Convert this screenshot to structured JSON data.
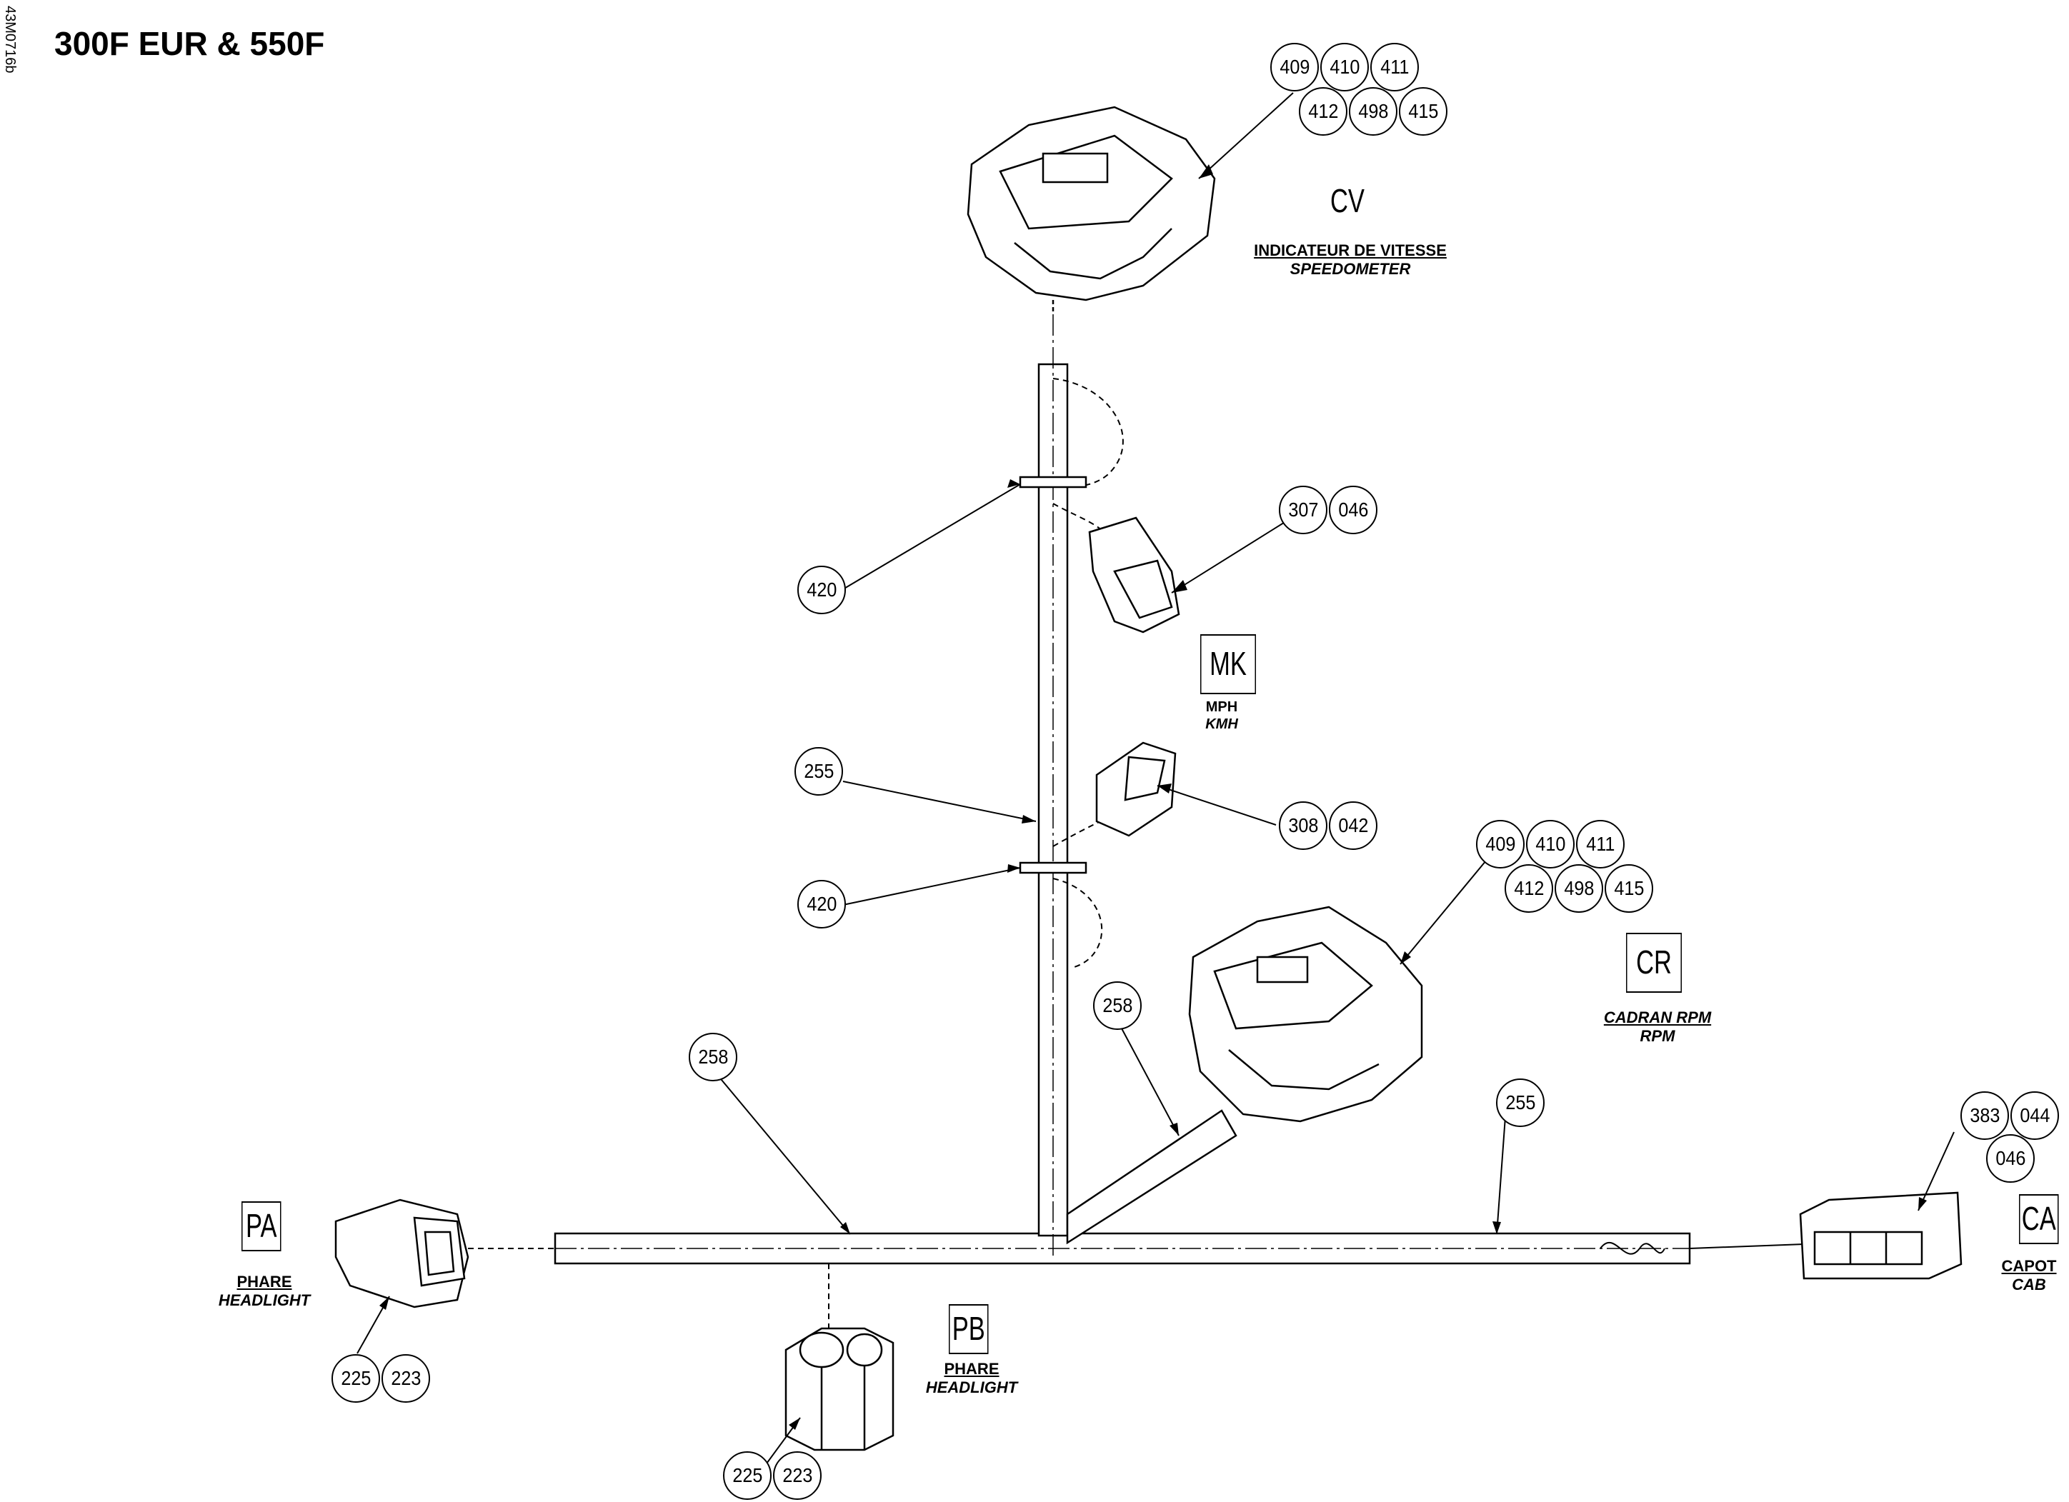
{
  "title": "300F EUR & 550F",
  "doc_id": "43M0716b",
  "connectors": {
    "cv": {
      "code": "CV",
      "label_fr": "INDICATEUR DE VITESSE",
      "label_en": "SPEEDOMETER"
    },
    "mk": {
      "code": "MK",
      "label_fr": "MPH",
      "label_en": "KMH"
    },
    "cr": {
      "code": "CR",
      "label_fr": "CADRAN RPM",
      "label_en": "RPM"
    },
    "ca": {
      "code": "CA",
      "label_fr": "CAPOT",
      "label_en": "CAB"
    },
    "pa": {
      "code": "PA",
      "label_fr": "PHARE",
      "label_en": "HEADLIGHT"
    },
    "pb": {
      "code": "PB",
      "label_fr": "PHARE",
      "label_en": "HEADLIGHT"
    }
  },
  "callouts": {
    "cv": [
      "409",
      "410",
      "411",
      "412",
      "498",
      "415"
    ],
    "cr": [
      "409",
      "410",
      "411",
      "412",
      "498",
      "415"
    ],
    "mk1": [
      "307",
      "046"
    ],
    "mk2": [
      "308",
      "042"
    ],
    "ca": [
      "383",
      "044",
      "046"
    ],
    "pa": [
      "225",
      "223"
    ],
    "pb": [
      "225",
      "223"
    ],
    "clip_upper": "420",
    "clip_lower": "420",
    "harness_upper": "255",
    "harness_right": "255",
    "harness_left": "258",
    "harness_diag": "258"
  }
}
